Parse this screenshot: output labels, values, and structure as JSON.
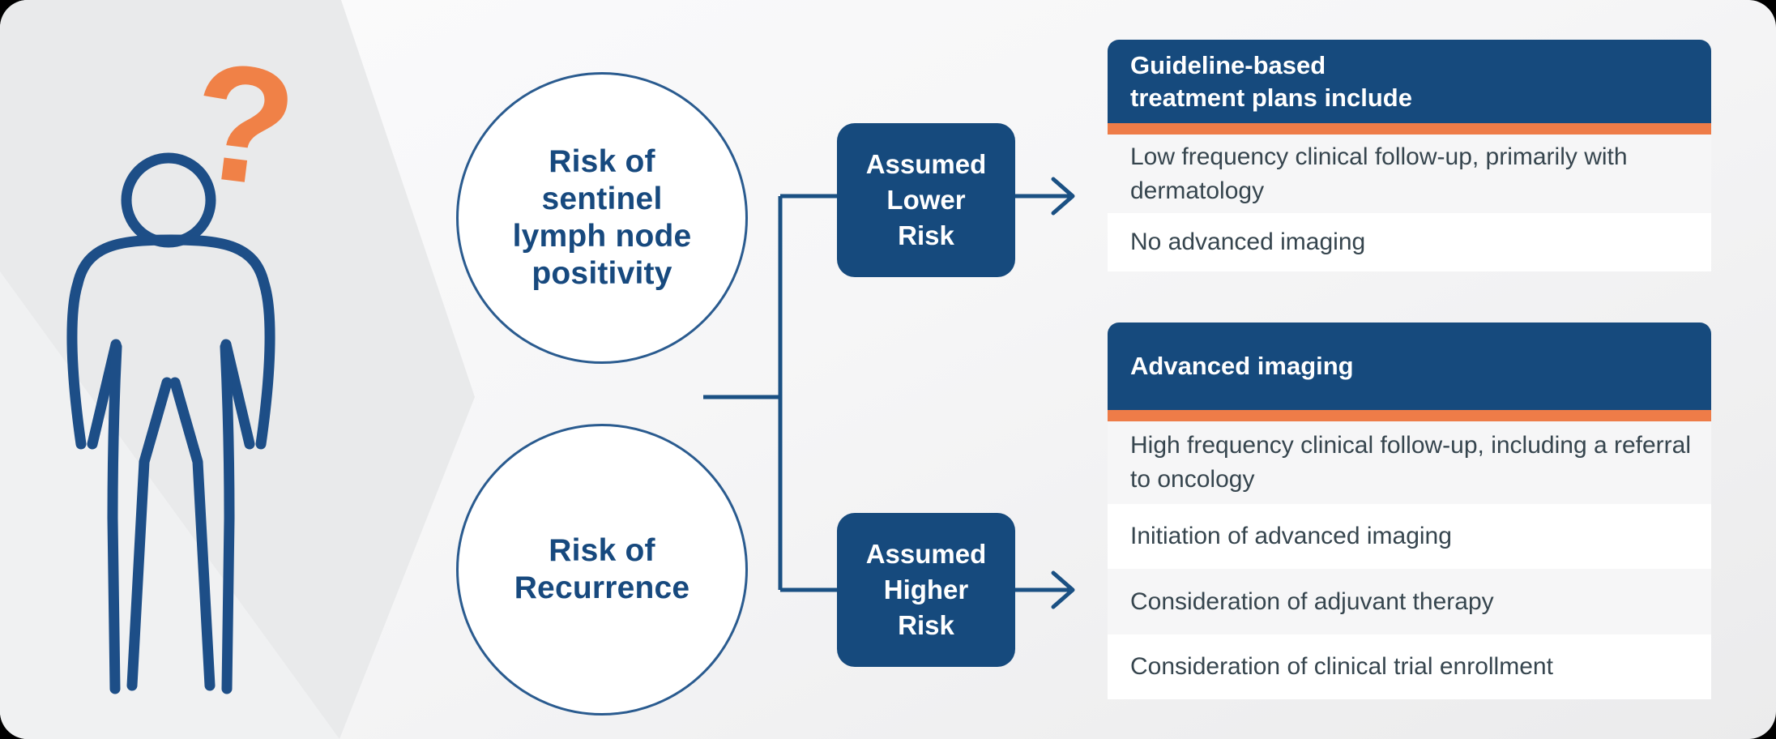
{
  "figure": {
    "question_mark": "?"
  },
  "nodes": {
    "circle_slnp": "Risk of\nsentinel\nlymph node\npositivity",
    "circle_recurrence": "Risk of\nRecurrence",
    "box_lower": "Assumed\nLower\nRisk",
    "box_higher": "Assumed\nHigher\nRisk"
  },
  "panels": [
    {
      "header": "Guideline-based\ntreatment plans include",
      "rows": [
        "Low frequency clinical follow-up, primarily with dermatology",
        "No advanced imaging"
      ]
    },
    {
      "header": "Advanced imaging",
      "rows": [
        "High frequency clinical follow-up, including a referral to oncology",
        "Initiation of advanced imaging",
        "Consideration of adjuvant therapy",
        "Consideration of clinical trial enrollment"
      ]
    }
  ],
  "colors": {
    "header_blue": "#164A7D",
    "accent_orange": "#EE7C48",
    "question_mark_orange": "#F08147",
    "person_outline_blue": "#1D4E87",
    "connector_blue": "#1A5083",
    "circle_text_blue": "#17497E",
    "row_text_gray": "#36454E",
    "row_alt_bg": "#F6F6F7",
    "wedge_gray": "#E9EAEB"
  }
}
